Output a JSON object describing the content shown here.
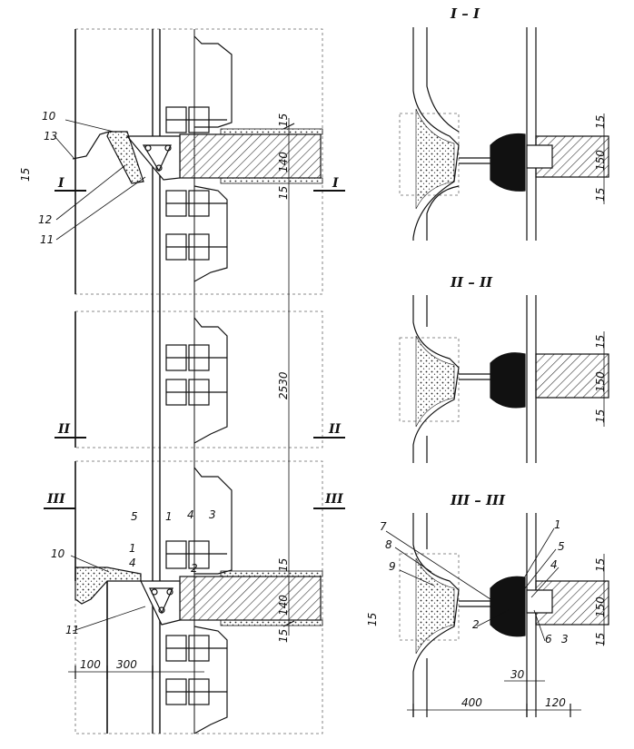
{
  "sections": {
    "s1": "I – I",
    "s2": "II – II",
    "s3": "III – III",
    "mark_I": "I",
    "mark_II": "II",
    "mark_III": "III"
  },
  "dimensions": {
    "d15": "15",
    "d140": "140",
    "d150": "150",
    "d2530": "2530",
    "d100": "100",
    "d300": "300",
    "d30": "30",
    "d400": "400",
    "d120": "120"
  },
  "callouts": {
    "c1": "1",
    "c2": "2",
    "c3": "3",
    "c4": "4",
    "c5": "5",
    "c6": "6",
    "c7": "7",
    "c8": "8",
    "c9": "9",
    "c10": "10",
    "c11": "11",
    "c12": "12",
    "c13": "13"
  },
  "colors": {
    "line": "#111111",
    "hatch": "#333333",
    "dash": "#666666"
  }
}
